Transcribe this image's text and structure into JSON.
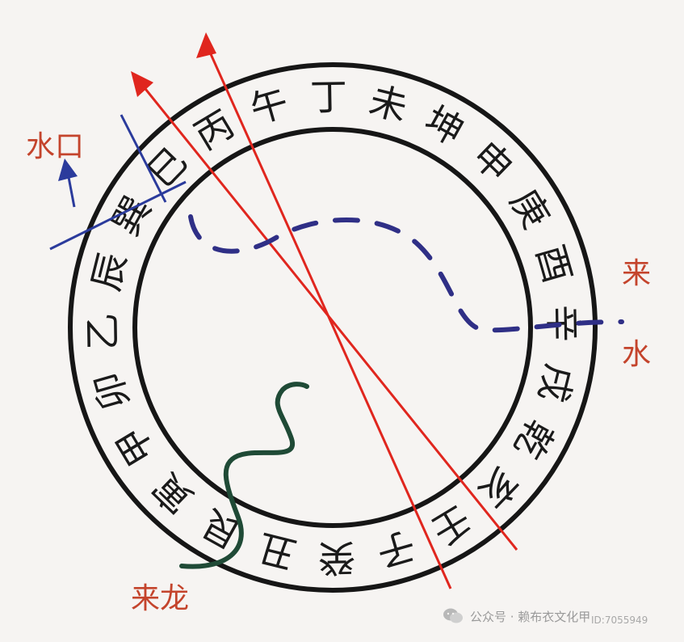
{
  "compass_ring": {
    "characters": [
      "巽",
      "巳",
      "丙",
      "午",
      "丁",
      "未",
      "坤",
      "申",
      "庚",
      "酉",
      "辛",
      "戌",
      "乾",
      "亥",
      "壬",
      "子",
      "癸",
      "丑",
      "艮",
      "寅",
      "甲",
      "卯",
      "乙",
      "辰"
    ]
  },
  "labels": {
    "water_outlet": "水口",
    "incoming_water_1": "来",
    "incoming_water_2": "水",
    "incoming_dragon": "来龙"
  },
  "watermark": {
    "text": "公众号 · 赖布衣文化甲",
    "id_text": "ID:7055949",
    "icon": "wechat-icon"
  },
  "colors": {
    "ring": "#161616",
    "red_lines": "#e0261e",
    "blue_lines": "#2b3b9c",
    "dragon_line": "#1f4a36",
    "label_red": "#c4442c"
  }
}
